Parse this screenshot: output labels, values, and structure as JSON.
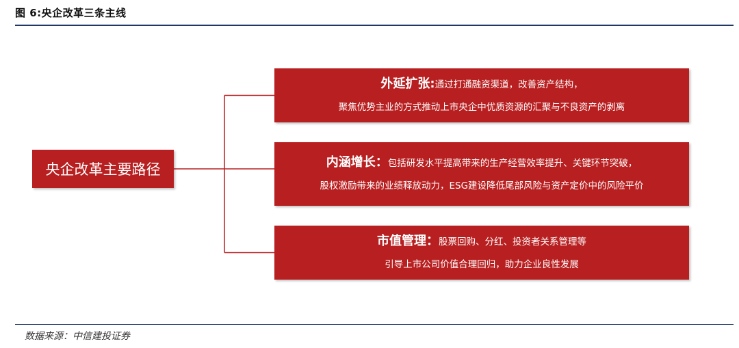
{
  "figure": {
    "title": "图 6:央企改革三条主线"
  },
  "diagram": {
    "root": "央企改革主要路径",
    "branches": [
      {
        "heading": "外延扩张:",
        "line1": "通过打通融资渠道，改善资产结构，",
        "line2": "聚焦优势主业的方式推动上市央企中优质资源的汇聚与不良资产的剥离"
      },
      {
        "heading": "内涵增长：",
        "line1": "包括研发水平提高带来的生产经营效率提升、关键环节突破，",
        "line2": "股权激励带来的业绩释放动力，ESG建设降低尾部风险与资产定价中的风险平价"
      },
      {
        "heading": "市值管理：",
        "line1": "股票回购、分红、投资者关系管理等",
        "line2": "引导上市公司价值合理回归，助力企业良性发展"
      }
    ],
    "colors": {
      "box": "#b81f20",
      "connector": "#b81f20",
      "rule": "#1f3864"
    }
  },
  "source": "数据来源：中信建投证券"
}
